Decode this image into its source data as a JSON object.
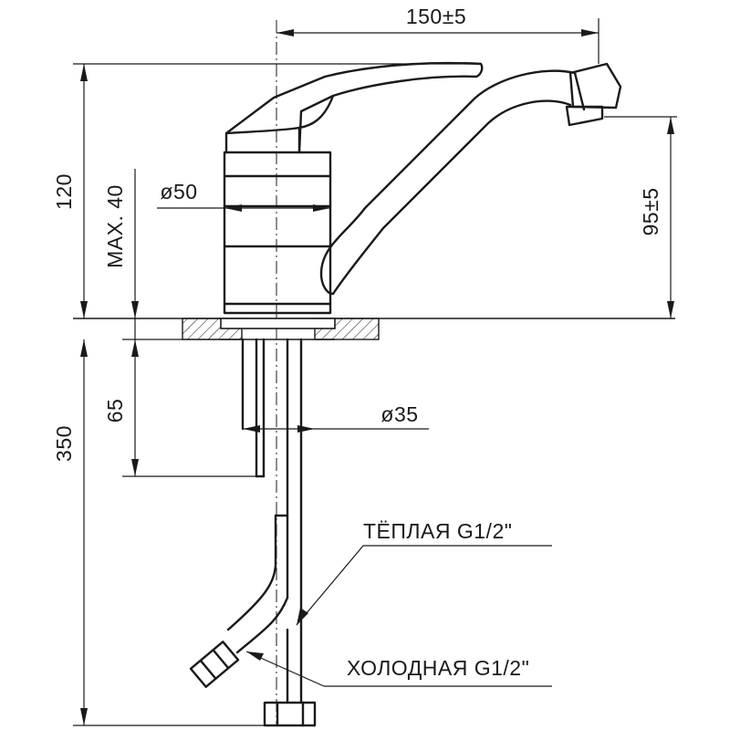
{
  "dimensions": {
    "width_top": "150±5",
    "height_total": "120",
    "max_thickness": "MAX. 40",
    "diameter_body": "ø50",
    "spout_height": "95±5",
    "depth_below": "350",
    "shank_length": "65",
    "diameter_shank": "ø35"
  },
  "callouts": {
    "warm": "ТЁПЛАЯ G1/2\"",
    "cold": "ХОЛОДНАЯ G1/2\""
  }
}
